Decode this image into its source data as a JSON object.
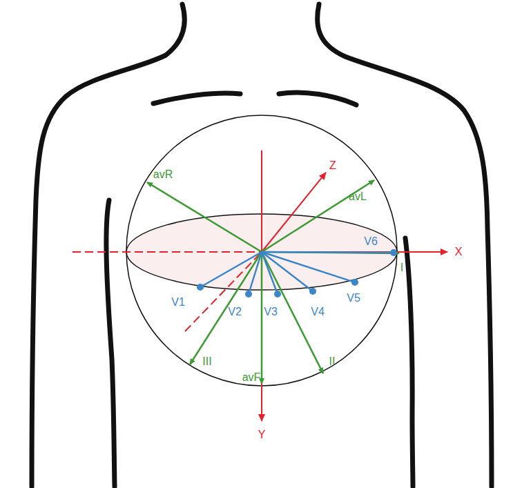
{
  "diagram": {
    "labels": [
      "avR",
      "Z",
      "avL",
      "V6",
      "X",
      "I",
      "V1",
      "V2",
      "V3",
      "V4",
      "V5",
      "III",
      "avF",
      "II",
      "Y"
    ]
  }
}
